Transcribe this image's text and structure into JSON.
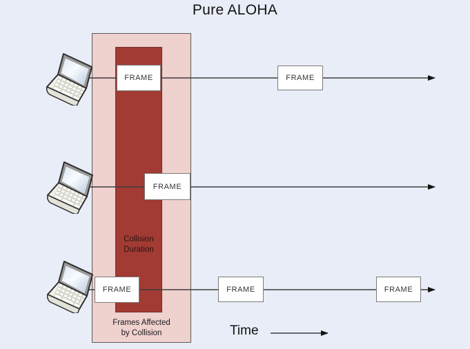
{
  "title": "Pure ALOHA",
  "frames": {
    "row1": [
      "FRAME",
      "FRAME"
    ],
    "row2": [
      "FRAME"
    ],
    "row3": [
      "FRAME",
      "FRAME",
      "FRAME"
    ]
  },
  "collision": {
    "duration_line1": "Collision",
    "duration_line2": "Duration",
    "affected_line1": "Frames Affected",
    "affected_line2": "by Collision"
  },
  "time_label": "Time",
  "icons": {
    "station": "laptop-icon",
    "arrow": "right-arrow"
  },
  "colors": {
    "background": "#E9EDF7",
    "collision_zone": "#EFD1CE",
    "collision_core": "#A23B33",
    "arrow_line": "#3C3C3C",
    "frame_border": "#7A7A7A"
  }
}
